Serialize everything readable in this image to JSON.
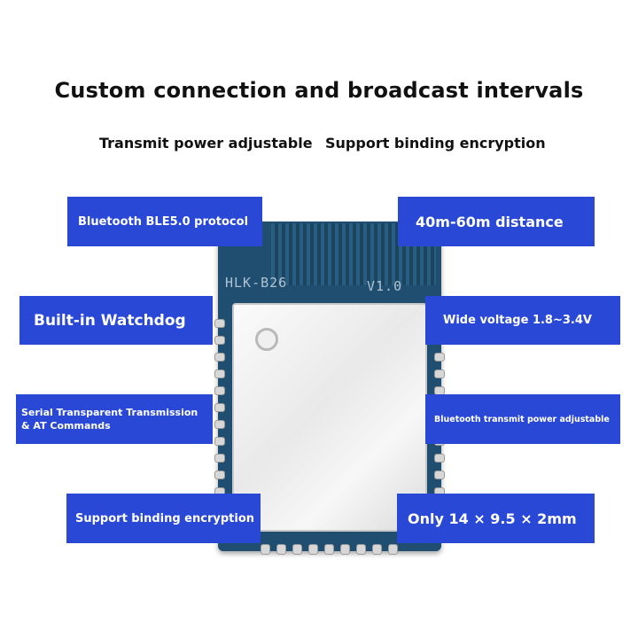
{
  "title": "Custom connection and broadcast intervals",
  "subtitles": {
    "left": "Transmit power adjustable",
    "right": "Support binding encryption"
  },
  "module": {
    "model_marking": "HLK-B26",
    "version_marking": "V1.0"
  },
  "features": {
    "ble_protocol": "Bluetooth BLE5.0 protocol",
    "distance": "40m-60m distance",
    "watchdog": "Built-in Watchdog",
    "voltage": "Wide voltage 1.8~3.4V",
    "serial_line1": "Serial Transparent Transmission",
    "serial_line2": "& AT Commands",
    "transmit_power": "Bluetooth transmit power adjustable",
    "binding": "Support binding encryption",
    "size": "Only 14 × 9.5 × 2mm"
  },
  "colors": {
    "label_background": "#2a48d6",
    "pcb": "#1f4e70",
    "shield": "#eeeeee"
  }
}
